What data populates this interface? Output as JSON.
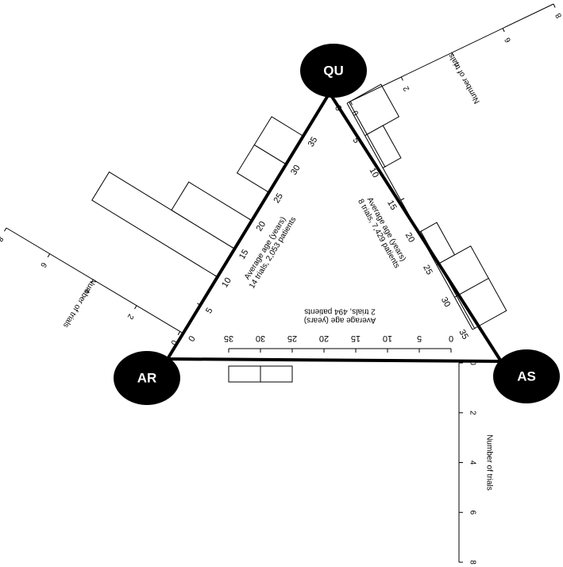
{
  "nodes": {
    "qu": "QU",
    "ar": "AR",
    "as": "AS"
  },
  "edges": {
    "ar_qu": {
      "title_line1": "Average age (years)",
      "title_line2": "14 trials, 2,053 patients"
    },
    "qu_as": {
      "title_line1": "Average age (years)",
      "title_line2": "8 trials, 7,429 patients"
    },
    "ar_as": {
      "title_line1": "Average age (years)",
      "title_line2": "2 trials, 494 patients"
    }
  },
  "count_axis_title": "Number of trials",
  "age_ticks": [
    0,
    5,
    10,
    15,
    20,
    25,
    30,
    35
  ],
  "count_ticks": [
    0,
    2,
    4,
    6,
    8
  ],
  "chart_data": {
    "type": "bar",
    "age_bin_width": 5,
    "count_max": 8,
    "histograms": [
      {
        "edge": "AR-QU",
        "bins": [
          {
            "age_start": 10,
            "count": 8
          },
          {
            "age_start": 15,
            "count": 4
          },
          {
            "age_start": 25,
            "count": 2
          },
          {
            "age_start": 30,
            "count": 2
          }
        ]
      },
      {
        "edge": "QU-AS",
        "bins": [
          {
            "age_start": 0,
            "count": 2
          },
          {
            "age_start": 5,
            "count": 1
          },
          {
            "age_start": 20,
            "count": 1
          },
          {
            "age_start": 25,
            "count": 2
          },
          {
            "age_start": 30,
            "count": 2
          }
        ]
      },
      {
        "edge": "AR-AS",
        "bins": [
          {
            "age_start": 25,
            "count": 1
          },
          {
            "age_start": 30,
            "count": 1
          }
        ]
      }
    ]
  }
}
